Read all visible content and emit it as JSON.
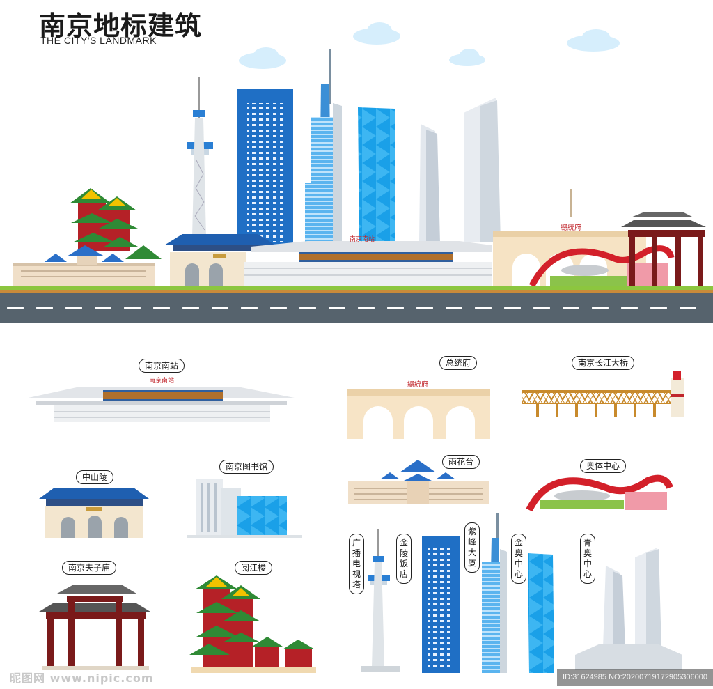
{
  "header": {
    "title": "南京地标建筑",
    "subtitle": "THE CITY'S LANDMARK"
  },
  "signs": {
    "station_sign": "南京南站",
    "palace_sign": "總統府"
  },
  "labels": {
    "nanjing_south_station": "南京南站",
    "presidential_palace": "总统府",
    "yangtze_bridge": "南京长江大桥",
    "sun_yatsen_mausoleum": "中山陵",
    "nanjing_library": "南京图书馆",
    "yuhuatai": "雨花台",
    "olympic_center": "奥体中心",
    "confucius_temple": "南京夫子庙",
    "yuejiang_tower": "阅江楼",
    "tv_tower": "广播电视塔",
    "jinling_hotel": "金陵饭店",
    "zifeng_tower": "紫峰大厦",
    "jinao_center": "金奥中心",
    "youth_olympic_center": "青奥中心"
  },
  "watermark": {
    "left": "昵图网 www.nipic.com",
    "right": "ID:31624985 NO:20200719172905306000"
  },
  "colors": {
    "road": "#56636d",
    "grass": "#8cc63f",
    "blue": "#1f6fc5",
    "sky_blue": "#2aa2e8",
    "red": "#d3202a",
    "green": "#3a9a3a",
    "sand": "#f5dfbc"
  }
}
